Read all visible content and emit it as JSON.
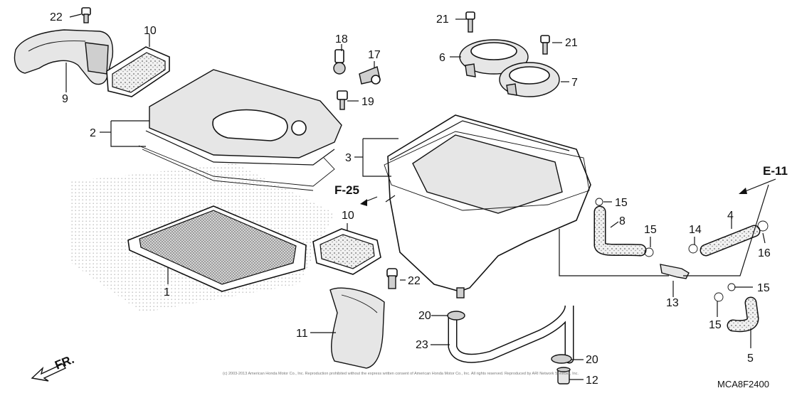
{
  "diagram": {
    "code": "MCA8F2400",
    "copyright": "(c) 2003-2013 American Honda Motor Co., Inc. Reproduction prohibited without the express written consent of American Honda Motor Co., Inc. All rights reserved. Reproduced by ARI Network Services, Inc.",
    "refs": {
      "f25": "F-25",
      "e11": "E-11",
      "front": "FR."
    },
    "parts": {
      "p1": "1",
      "p2": "2",
      "p3": "3",
      "p4": "4",
      "p5": "5",
      "p6": "6",
      "p7": "7",
      "p8": "8",
      "p9": "9",
      "p10": "10",
      "p11": "11",
      "p12": "12",
      "p13": "13",
      "p14": "14",
      "p15": "15",
      "p16": "16",
      "p17": "17",
      "p18": "18",
      "p19": "19",
      "p20": "20",
      "p21": "21",
      "p22": "22",
      "p23": "23"
    }
  }
}
